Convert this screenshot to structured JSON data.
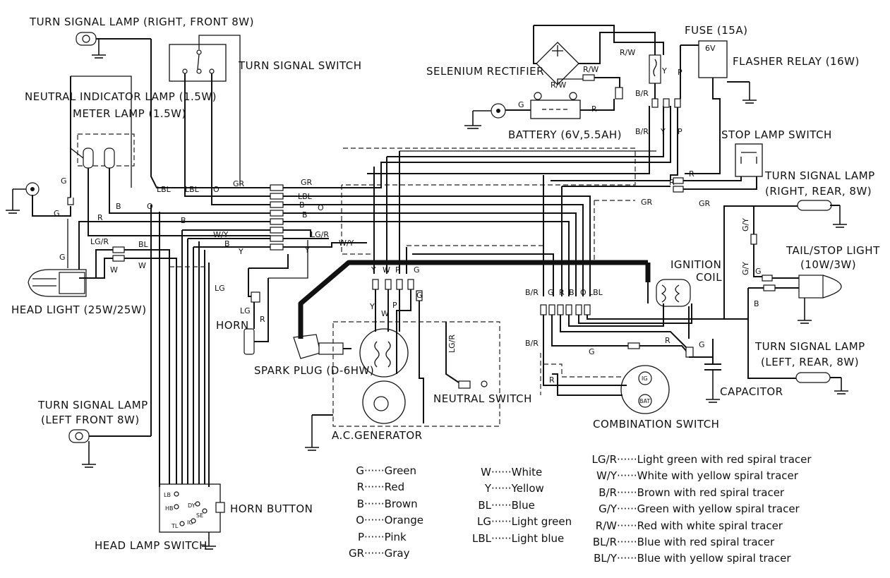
{
  "labels": {
    "turn_signal_right_front": "TURN SIGNAL LAMP (RIGHT, FRONT 8W)",
    "turn_signal_switch": "TURN SIGNAL SWITCH",
    "neutral_indicator_lamp": "NEUTRAL INDICATOR LAMP (1.5W)",
    "meter_lamp": "METER LAMP (1.5W)",
    "head_light": "HEAD LIGHT (25W/25W)",
    "turn_signal_left_front_l1": "TURN SIGNAL LAMP",
    "turn_signal_left_front_l2": "(LEFT FRONT 8W)",
    "horn": "HORN",
    "horn_button": "HORN BUTTON",
    "head_lamp_switch": "HEAD LAMP SWITCH",
    "spark_plug": "SPARK PLUG (D-6HW)",
    "ac_generator": "A.C.GENERATOR",
    "neutral_switch": "NEUTRAL SWITCH",
    "selenium_rectifier": "SELENIUM RECTIFIER",
    "battery": "BATTERY (6V,5.5AH)",
    "fuse": "FUSE (15A)",
    "flasher_relay": "FLASHER RELAY (16W)",
    "flasher_6v": "6V",
    "stop_lamp_switch": "STOP LAMP SWITCH",
    "turn_signal_right_rear_l1": "TURN SIGNAL LAMP",
    "turn_signal_right_rear_l2": "(RIGHT, REAR, 8W)",
    "tail_stop_light_l1": "TAIL/STOP LIGHT",
    "tail_stop_light_l2": "(10W/3W)",
    "ignition_coil_l1": "IGNITION",
    "ignition_coil_l2": "COIL",
    "turn_signal_left_rear_l1": "TURN SIGNAL LAMP",
    "turn_signal_left_rear_l2": "(LEFT, REAR, 8W)",
    "capacitor": "CAPACITOR",
    "combination_switch": "COMBINATION SWITCH",
    "comb_ig": "IG",
    "comb_bat": "BAT"
  },
  "switch_terminals": {
    "lb": "LB",
    "hb": "HB",
    "tl": "TL",
    "ig": "IG",
    "dy": "DY",
    "se": "SE"
  },
  "wire_labels": {
    "g": "G",
    "b": "B",
    "r": "R",
    "o": "O",
    "w": "W",
    "y": "Y",
    "p": "P",
    "gr": "GR",
    "lbl": "LBL",
    "lg": "LG",
    "bl": "BL",
    "lg_r": "LG/R",
    "w_y": "W/Y",
    "b_r": "B/R",
    "g_y": "G/Y",
    "r_w": "R/W"
  },
  "legend_left": [
    {
      "code": "G",
      "meaning": "Green"
    },
    {
      "code": "R",
      "meaning": "Red"
    },
    {
      "code": "B",
      "meaning": "Brown"
    },
    {
      "code": "O",
      "meaning": "Orange"
    },
    {
      "code": "P",
      "meaning": "Pink"
    },
    {
      "code": "GR",
      "meaning": "Gray"
    }
  ],
  "legend_mid": [
    {
      "code": "W",
      "meaning": "White"
    },
    {
      "code": "Y",
      "meaning": "Yellow"
    },
    {
      "code": "BL",
      "meaning": "Blue"
    },
    {
      "code": "LG",
      "meaning": "Light green"
    },
    {
      "code": "LBL",
      "meaning": "Light blue"
    }
  ],
  "legend_right": [
    {
      "code": "LG/R",
      "meaning": "Light green with red spiral tracer"
    },
    {
      "code": "W/Y",
      "meaning": "White with yellow spiral tracer"
    },
    {
      "code": "B/R",
      "meaning": "Brown with red spiral tracer"
    },
    {
      "code": "G/Y",
      "meaning": "Green with yellow spiral tracer"
    },
    {
      "code": "R/W",
      "meaning": "Red with white spiral tracer"
    },
    {
      "code": "BL/R",
      "meaning": "Blue with red spiral tracer"
    },
    {
      "code": "BL/Y",
      "meaning": "Blue with yellow spiral tracer"
    }
  ],
  "legend_dots": "······"
}
